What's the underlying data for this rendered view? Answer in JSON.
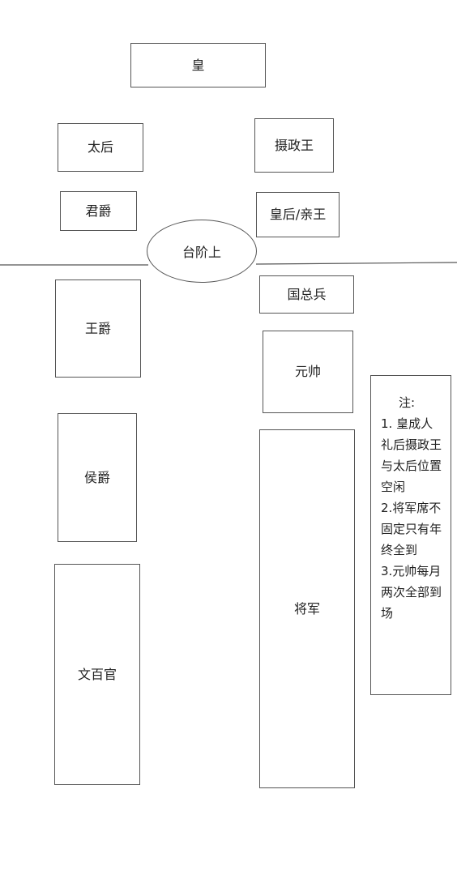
{
  "diagram": {
    "nodes": {
      "emperor": "皇",
      "empress_dowager": "太后",
      "regent": "摄政王",
      "jun_jue": "君爵",
      "empress_prince": "皇后/亲王",
      "steps": "台阶上",
      "guo_zong_bing": "国总兵",
      "wang_jue": "王爵",
      "marshal": "元帅",
      "hou_jue": "侯爵",
      "general": "将军",
      "civil_officials": "文百官"
    },
    "note": {
      "title": "注:",
      "items": [
        "1. 皇成人礼后摄政王与太后位置空闲",
        "2.将军席不固定只有年终全到",
        "3.元帅每月两次全部到场"
      ]
    }
  }
}
